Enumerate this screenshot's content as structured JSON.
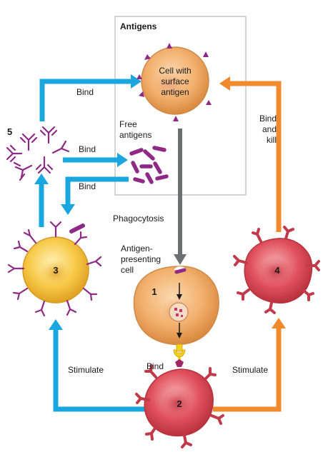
{
  "box": {
    "title": "Antigens"
  },
  "cells": {
    "target_cell": {
      "label_lines": [
        "Cell with",
        "surface",
        "antigen"
      ]
    },
    "free_antigens": {
      "label_lines": [
        "Free",
        "antigens"
      ]
    },
    "apc": {
      "number": "1",
      "label_lines": [
        "Antigen-",
        "presenting",
        "cell"
      ]
    },
    "helper_t": {
      "number": "2"
    },
    "b_cell": {
      "number": "3"
    },
    "killer_t": {
      "number": "4"
    },
    "antibodies": {
      "number": "5"
    }
  },
  "arrows": {
    "bind_top": "Bind",
    "bind_middle": "Bind",
    "bind_lower": "Bind",
    "bind_and_kill_lines": [
      "Bind",
      "and",
      "kill"
    ],
    "phagocytosis": "Phagocytosis",
    "bind_apc": "Bind",
    "stimulate_left": "Stimulate",
    "stimulate_right": "Stimulate"
  },
  "colors": {
    "blue_arrow": "#1aa7e0",
    "orange_arrow": "#f08a2c",
    "gray_arrow": "#6d6e70",
    "antigen_purple": "#8e2a86",
    "apc_orange": "#f2b06e",
    "t_cell_red": "#e0505c",
    "b_cell_yellow": "#f7c948"
  }
}
